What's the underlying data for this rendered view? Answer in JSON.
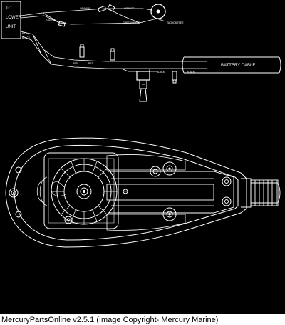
{
  "wiring": {
    "lower_unit_label": [
      "TO",
      "LOWER",
      "UNIT"
    ],
    "battery_cable_label": "BATTERY CABLE",
    "wire_labels": {
      "orange": "ORANGE",
      "green": "GREEN",
      "red": "RED",
      "black": "BLACK",
      "orange_2": "ORANGE",
      "green_white_stripe": "GREEN/WHITE",
      "tachometer": "TACHOMETER",
      "red_lower_1": "RED",
      "red_lower_2": "RED",
      "black_lower_1": "BLACK",
      "black_lower_2": "BLACK"
    }
  },
  "caption": "MercuryPartsOnline v2.5.1 (Image Copyright- Mercury Marine)",
  "colors": {
    "background": "#000000",
    "line": "#ffffff",
    "caption_bg": "#ffffff",
    "caption_text": "#000000"
  }
}
